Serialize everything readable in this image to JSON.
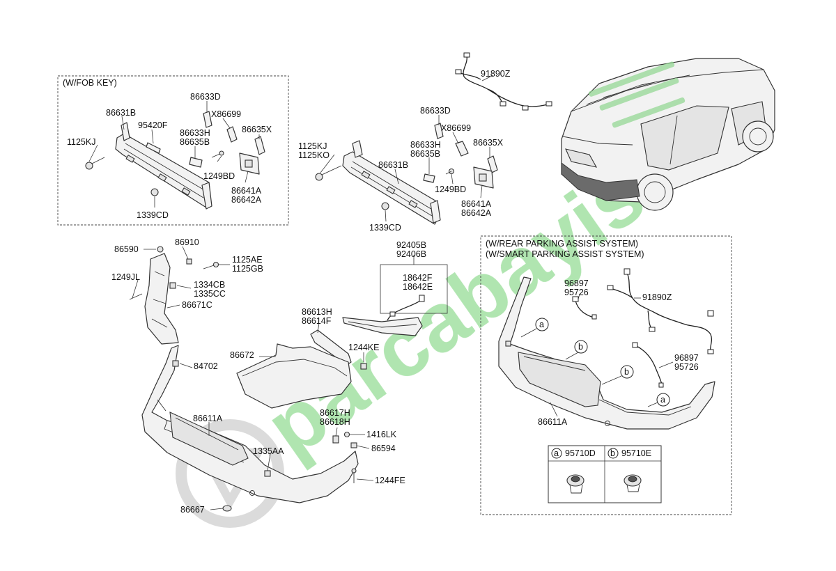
{
  "watermark": {
    "text": "parcabayisi",
    "color": "#5cc65c",
    "ring_color": "#b5b5b5"
  },
  "boxes": {
    "fob_key": {
      "title": "(W/FOB KEY)"
    },
    "parking": {
      "title_line1": "(W/REAR PARKING ASSIST SYSTEM)",
      "title_line2": "(W/SMART PARKING ASSIST SYSTEM)"
    }
  },
  "fob_labels": {
    "l86633D": "86633D",
    "l86699": "X86699",
    "l86631B": "86631B",
    "l95420F": "95420F",
    "l86633H": "86633H",
    "l86635B": "86635B",
    "l86635X": "86635X",
    "l1125KJ": "1125KJ",
    "l1249BD": "1249BD",
    "l86641A": "86641A",
    "l86642A": "86642A",
    "l1339CD": "1339CD"
  },
  "beam_labels": {
    "l86633D": "86633D",
    "l86699": "X86699",
    "l1125KJ": "1125KJ",
    "l1125KO": "1125KO",
    "l86633H": "86633H",
    "l86635B": "86635B",
    "l86635X": "86635X",
    "l86631B": "86631B",
    "l1249BD": "1249BD",
    "l86641A": "86641A",
    "l86642A": "86642A",
    "l1339CD": "1339CD"
  },
  "top_labels": {
    "l91890Z": "91890Z"
  },
  "side_labels": {
    "l86590": "86590",
    "l86910": "86910",
    "l1125AE": "1125AE",
    "l1125GB": "1125GB",
    "l1249JL": "1249JL",
    "l1334CB": "1334CB",
    "l1335CC": "1335CC",
    "l86671C": "86671C"
  },
  "mid_labels": {
    "l92405B": "92405B",
    "l92406B": "92406B",
    "l18642F": "18642F",
    "l18642E": "18642E",
    "l86613H": "86613H",
    "l86614F": "86614F",
    "l1244KE": "1244KE",
    "l86672": "86672",
    "l84702": "84702",
    "l86611A": "86611A",
    "l86617H": "86617H",
    "l86618H": "86618H",
    "l1416LK": "1416LK",
    "l86594": "86594",
    "l1335AA": "1335AA",
    "l1244FE": "1244FE",
    "l86667": "86667"
  },
  "park_labels": {
    "l96897a": "96897",
    "l95726a": "95726",
    "l91890Z": "91890Z",
    "l96897b": "96897",
    "l95726b": "95726",
    "l86611A": "86611A",
    "callout_a": "a",
    "callout_b": "b"
  },
  "sensor_table": {
    "col_a_letter": "a",
    "col_a_part": "95710D",
    "col_b_letter": "b",
    "col_b_part": "95710E"
  }
}
